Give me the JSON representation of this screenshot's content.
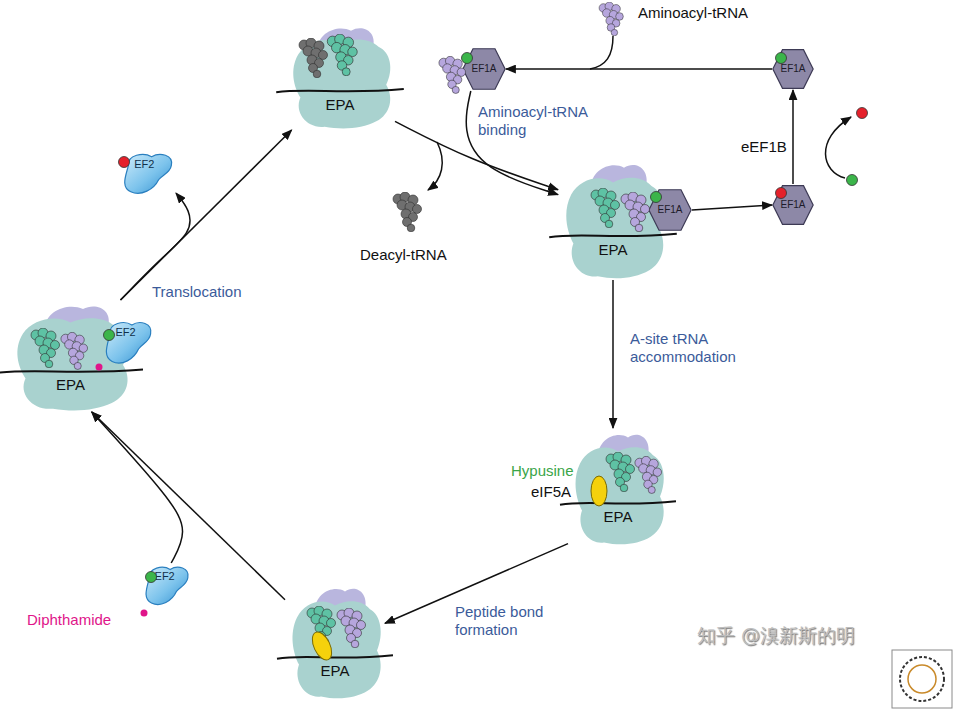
{
  "diagram": {
    "nodes": [
      {
        "text": [
          "EPA"
        ]
      },
      {
        "text": [
          "EF1A"
        ]
      },
      {
        "text": [
          "EF1A"
        ]
      },
      {
        "text": [
          "EPA"
        ]
      },
      {
        "text": [
          "EF1A"
        ],
        "in": 3
      },
      {
        "text": [
          "EF1A"
        ]
      },
      {
        "text": [
          "EF2"
        ]
      },
      {
        "text": [
          "EPA"
        ]
      },
      {
        "text": [
          "EF2"
        ],
        "in": 7
      },
      {
        "text": [
          "EPA"
        ]
      },
      {
        "text": [
          "EF2"
        ]
      },
      {
        "text": [
          "EPA"
        ]
      }
    ],
    "edges": [
      {
        "from": 0,
        "to": 3,
        "arrow": "to"
      },
      {
        "from": 2,
        "to": 3,
        "label": "Aminoacyl-tRNA binding",
        "arrow": "to"
      },
      {
        "from": 1,
        "to": 2,
        "arrow": "to"
      },
      {
        "from": 4,
        "to": 5,
        "arrow": "to"
      },
      {
        "from": 5,
        "to": 1,
        "label": "eEF1B",
        "arrow": "to"
      },
      {
        "from": 3,
        "to": 9,
        "label": "A-site tRNA accommodation",
        "arrow": "to"
      },
      {
        "from": 9,
        "to": 11,
        "label": "Peptide bond formation",
        "arrow": "to"
      },
      {
        "from": 11,
        "to": 7,
        "arrow": "to"
      },
      {
        "from": 10,
        "to": 7,
        "arrow": "to"
      },
      {
        "from": 7,
        "to": 0,
        "label": "Translocation",
        "arrow": "to"
      },
      {
        "from": 7,
        "to": 6,
        "arrow": "to"
      }
    ],
    "labels": [
      "Aminoacyl-tRNA",
      "Deacyl-tRNA",
      "Hypusine",
      "eIF5A",
      "Diphthamide",
      "知乎 @溴新斯的明"
    ]
  }
}
